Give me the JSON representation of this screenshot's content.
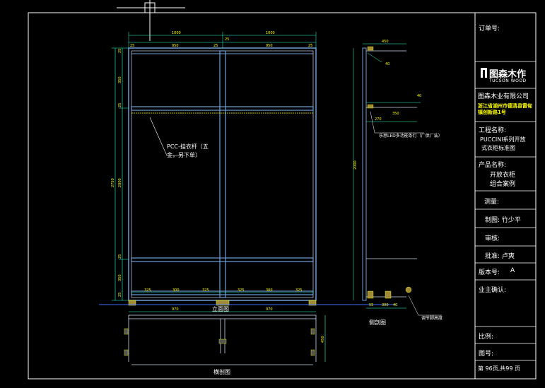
{
  "drawing": {
    "front_view_label": "立面图",
    "side_view_label": "侧剖图",
    "plan_view_label": "横剖图",
    "rod_note_line1": "PCC-挂衣杆（五",
    "rod_note_line2": "金，另下单）",
    "light_note": "乐思LED多功能条灯（厂供厂装）",
    "foot_note": "调节脚高度",
    "dims": {
      "top_total": "1000",
      "top_mid": "25",
      "top_right": "1000",
      "sub_left1": "25",
      "sub_left2": "950",
      "sub_left3": "25",
      "sub_right1": "950",
      "sub_right2": "25",
      "left_total": "2750",
      "left_inner": "2000",
      "left_top": "25",
      "left_s1": "350",
      "left_s2": "25",
      "left_s3": "25",
      "left_s4": "350",
      "left_bottom": "25",
      "bottom_a": "325",
      "bottom_b": "300",
      "bottom_c": "325",
      "bottom_d": "325",
      "bottom_e": "300",
      "bottom_f": "325",
      "plan_left": "970",
      "plan_right": "970",
      "plan_side": "450",
      "side_top": "450",
      "side_top2": "40",
      "side_shelf": "40",
      "side_shelf_a": "270",
      "side_shelf_b": "350",
      "side_height": "2000",
      "side_bottom_a": "55",
      "side_bottom_b": "300",
      "side_bottom_c": "40"
    }
  },
  "title_block": {
    "order_no": "订单号:",
    "company_logo": "图森木作",
    "company_logo_en": "TUCSON WOOD",
    "company_name": "图森木业有限公司",
    "address": "浙江省湖州市德清县雷甸镇创新路1号",
    "project_label": "工程名称:",
    "project_name_line1": "PUCCINI系列开放",
    "project_name_line2": "式衣柜标准图",
    "product_label": "产品名称:",
    "product_name_line1": "开放衣柜",
    "product_name_line2": "组合案例",
    "survey": "测量:",
    "drawn_by": "制图: 竹少平",
    "review": "审核:",
    "approve": "批准: 卢爽",
    "version": "版本号:",
    "version_value": "A",
    "owner_confirm": "业主确认:",
    "scale": "比例:",
    "drawing_no": "图号:",
    "page_info": "第  96页,共99  页"
  }
}
